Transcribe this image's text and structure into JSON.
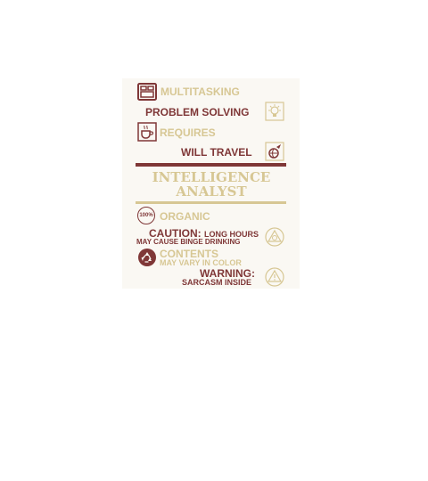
{
  "lines": {
    "multitasking": "MULTITASKING",
    "problem_solving": "PROBLEM SOLVING",
    "requires": "REQUIRES",
    "will_travel": "WILL TRAVEL",
    "title_line1": "INTELLIGENCE",
    "title_line2": "ANALYST",
    "organic_badge": "100%",
    "organic": "ORGANIC",
    "caution_bold": "CAUTION:",
    "caution_rest": "LONG HOURS",
    "caution_line2": "MAY CAUSE BINGE DRINKING",
    "contents": "CONTENTS",
    "contents_line2": "MAY VARY IN COLOR",
    "warning": "WARNING:",
    "warning_line2": "SARCASM INSIDE"
  },
  "icons": {
    "multitasking": "window-grid-icon",
    "problem_solving": "lightbulb-icon",
    "requires": "coffee-cup-icon",
    "will_travel": "travel-globe-icon",
    "caution": "triangle-seal-icon",
    "contents": "recycle-icon",
    "warning": "warning-triangle-icon"
  },
  "colors": {
    "tan": "#d7c794",
    "maroon": "#7f3737",
    "background": "#faf8f3"
  }
}
